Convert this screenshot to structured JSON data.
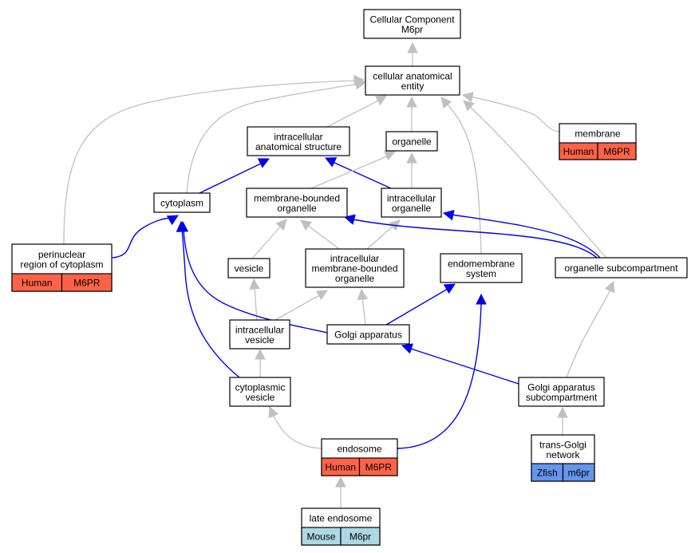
{
  "colors": {
    "gray_edge": "#c0c0c0",
    "blue_edge": "#0000ee",
    "human": "#ff6347",
    "mouse": "#add8e6",
    "zfish": "#6495ed"
  },
  "nodes": [
    {
      "id": "cellular_component",
      "lines": [
        "Cellular Component",
        "M6pr"
      ]
    },
    {
      "id": "cellular_anatomical_entity",
      "lines": [
        "cellular anatomical",
        "entity"
      ]
    },
    {
      "id": "intracellular_anatomical_structure",
      "lines": [
        "intracellular",
        "anatomical structure"
      ]
    },
    {
      "id": "organelle",
      "lines": [
        "organelle"
      ]
    },
    {
      "id": "membrane",
      "lines": [
        "membrane"
      ],
      "cells": [
        {
          "text": "Human",
          "color": "#ff6347"
        },
        {
          "text": "M6PR",
          "color": "#ff6347"
        }
      ]
    },
    {
      "id": "cytoplasm",
      "lines": [
        "cytoplasm"
      ]
    },
    {
      "id": "membrane_bounded_organelle",
      "lines": [
        "membrane-bounded",
        "organelle"
      ]
    },
    {
      "id": "intracellular_organelle",
      "lines": [
        "intracellular",
        "organelle"
      ]
    },
    {
      "id": "perinuclear_region",
      "lines": [
        "perinuclear",
        "region of cytoplasm"
      ],
      "cells": [
        {
          "text": "Human",
          "color": "#ff6347"
        },
        {
          "text": "M6PR",
          "color": "#ff6347"
        }
      ]
    },
    {
      "id": "vesicle",
      "lines": [
        "vesicle"
      ]
    },
    {
      "id": "intracellular_mb_organelle",
      "lines": [
        "intracellular",
        "membrane-bounded",
        "organelle"
      ]
    },
    {
      "id": "endomembrane_system",
      "lines": [
        "endomembrane",
        "system"
      ]
    },
    {
      "id": "organelle_subcompartment",
      "lines": [
        "organelle subcompartment"
      ]
    },
    {
      "id": "intracellular_vesicle",
      "lines": [
        "intracellular",
        "vesicle"
      ]
    },
    {
      "id": "golgi_apparatus",
      "lines": [
        "Golgi apparatus"
      ]
    },
    {
      "id": "cytoplasmic_vesicle",
      "lines": [
        "cytoplasmic",
        "vesicle"
      ]
    },
    {
      "id": "golgi_subcompartment",
      "lines": [
        "Golgi apparatus",
        "subcompartment"
      ]
    },
    {
      "id": "endosome",
      "lines": [
        "endosome"
      ],
      "cells": [
        {
          "text": "Human",
          "color": "#ff6347"
        },
        {
          "text": "M6PR",
          "color": "#ff6347"
        }
      ]
    },
    {
      "id": "trans_golgi_network",
      "lines": [
        "trans-Golgi",
        "network"
      ],
      "cells": [
        {
          "text": "Zfish",
          "color": "#6495ed"
        },
        {
          "text": "m6pr",
          "color": "#6495ed"
        }
      ]
    },
    {
      "id": "late_endosome",
      "lines": [
        "late endosome"
      ],
      "cells": [
        {
          "text": "Mouse",
          "color": "#add8e6"
        },
        {
          "text": "M6pr",
          "color": "#add8e6"
        }
      ]
    }
  ],
  "edges": [
    {
      "from": "cellular_anatomical_entity",
      "to": "cellular_component",
      "type": "is_a"
    },
    {
      "from": "intracellular_anatomical_structure",
      "to": "cellular_anatomical_entity",
      "type": "is_a"
    },
    {
      "from": "organelle",
      "to": "cellular_anatomical_entity",
      "type": "is_a"
    },
    {
      "from": "membrane",
      "to": "cellular_anatomical_entity",
      "type": "is_a"
    },
    {
      "from": "cytoplasm",
      "to": "cellular_anatomical_entity",
      "type": "is_a"
    },
    {
      "from": "perinuclear_region",
      "to": "cellular_anatomical_entity",
      "type": "is_a"
    },
    {
      "from": "endomembrane_system",
      "to": "cellular_anatomical_entity",
      "type": "is_a"
    },
    {
      "from": "organelle_subcompartment",
      "to": "cellular_anatomical_entity",
      "type": "is_a"
    },
    {
      "from": "cytoplasm",
      "to": "intracellular_anatomical_structure",
      "type": "part_of"
    },
    {
      "from": "intracellular_organelle",
      "to": "intracellular_anatomical_structure",
      "type": "part_of"
    },
    {
      "from": "membrane_bounded_organelle",
      "to": "organelle",
      "type": "is_a"
    },
    {
      "from": "intracellular_organelle",
      "to": "organelle",
      "type": "is_a"
    },
    {
      "from": "perinuclear_region",
      "to": "cytoplasm",
      "type": "part_of"
    },
    {
      "from": "vesicle",
      "to": "membrane_bounded_organelle",
      "type": "is_a"
    },
    {
      "from": "intracellular_mb_organelle",
      "to": "membrane_bounded_organelle",
      "type": "is_a"
    },
    {
      "from": "intracellular_mb_organelle",
      "to": "intracellular_organelle",
      "type": "is_a"
    },
    {
      "from": "organelle_subcompartment",
      "to": "membrane_bounded_organelle",
      "type": "part_of"
    },
    {
      "from": "organelle_subcompartment",
      "to": "intracellular_organelle",
      "type": "part_of"
    },
    {
      "from": "intracellular_vesicle",
      "to": "vesicle",
      "type": "is_a"
    },
    {
      "from": "intracellular_vesicle",
      "to": "intracellular_mb_organelle",
      "type": "is_a"
    },
    {
      "from": "golgi_apparatus",
      "to": "intracellular_mb_organelle",
      "type": "is_a"
    },
    {
      "from": "golgi_apparatus",
      "to": "cytoplasm",
      "type": "part_of"
    },
    {
      "from": "golgi_apparatus",
      "to": "endomembrane_system",
      "type": "part_of"
    },
    {
      "from": "cytoplasmic_vesicle",
      "to": "intracellular_vesicle",
      "type": "is_a"
    },
    {
      "from": "cytoplasmic_vesicle",
      "to": "cytoplasm",
      "type": "part_of"
    },
    {
      "from": "golgi_subcompartment",
      "to": "organelle_subcompartment",
      "type": "is_a"
    },
    {
      "from": "golgi_subcompartment",
      "to": "golgi_apparatus",
      "type": "part_of"
    },
    {
      "from": "endosome",
      "to": "cytoplasmic_vesicle",
      "type": "is_a"
    },
    {
      "from": "endosome",
      "to": "endomembrane_system",
      "type": "part_of"
    },
    {
      "from": "trans_golgi_network",
      "to": "golgi_subcompartment",
      "type": "is_a"
    },
    {
      "from": "late_endosome",
      "to": "endosome",
      "type": "is_a"
    }
  ]
}
